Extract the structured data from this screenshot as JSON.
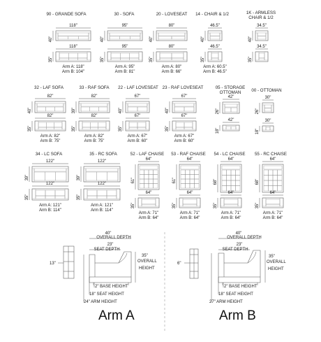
{
  "products": [
    {
      "title": "90 - GRANDE SOFA",
      "width": "118\"",
      "width2": "118\"",
      "depth": "40\"",
      "height": "35\"",
      "arm_a": "Arm A: 118\"",
      "arm_b": "Arm B: 104\""
    },
    {
      "title": "30 - SOFA",
      "width": "95\"",
      "width2": "95\"",
      "depth": "40\"",
      "height": "35\"",
      "arm_a": "Arm A: 95\"",
      "arm_b": "Arm B: 81\""
    },
    {
      "title": "20 - LOVESEAT",
      "width": "80\"",
      "width2": "80\"",
      "depth": "40\"",
      "height": "35\"",
      "arm_a": "Arm A: 80\"",
      "arm_b": "Arm B: 66\""
    },
    {
      "title": "14 - CHAIR & 1/2",
      "width": "46.5\"",
      "width2": "46.5\"",
      "depth": "40\"",
      "height": "35\"",
      "arm_a": "Arm A: 60.5\"",
      "arm_b": "Arm B: 46.5\""
    },
    {
      "title": "1K - ARMLESS CHAIR & 1/2",
      "width": "34.5\"",
      "width2": "34.5\"",
      "depth": "40\"",
      "height": "35\"",
      "arm_a": "",
      "arm_b": ""
    },
    {
      "title": "32 - LAF SOFA",
      "width": "82\"",
      "width2": "82\"",
      "depth": "40\"",
      "height": "35\"",
      "arm_a": "Arm A: 82\"",
      "arm_b": "Arm B: 75\""
    },
    {
      "title": "33 - RAF SOFA",
      "width": "82\"",
      "width2": "82\"",
      "depth": "39\"",
      "height": "35\"",
      "arm_a": "Arm A: 82\"",
      "arm_b": "Arm B: 75\""
    },
    {
      "title": "22 - LAF LOVESEAT",
      "width": "67\"",
      "width2": "67\"",
      "depth": "40\"",
      "height": "35\"",
      "arm_a": "Arm A: 67\"",
      "arm_b": "Arm B: 60\""
    },
    {
      "title": "23 - RAF LOVESEAT",
      "width": "67\"",
      "width2": "67\"",
      "depth": "40\"",
      "height": "35\"",
      "arm_a": "Arm A: 67\"",
      "arm_b": "Arm B: 60\""
    },
    {
      "title": "05 - STORAGE OTTOMAN",
      "width": "42\"",
      "width2": "42\"",
      "depth": "26\"",
      "height": "18\"",
      "arm_a": "",
      "arm_b": ""
    },
    {
      "title": "00 - OTTOMAN",
      "width": "30\"",
      "width2": "30\"",
      "depth": "26\"",
      "height": "18\"",
      "arm_a": "",
      "arm_b": ""
    },
    {
      "title": "34 - LC SOFA",
      "width": "122\"",
      "width2": "122\"",
      "depth": "39\"",
      "height": "35\"",
      "arm_a": "Arm A: 121\"",
      "arm_b": "Arm B: 114\""
    },
    {
      "title": "35 - RC SOFA",
      "width": "122\"",
      "width2": "122\"",
      "depth": "39\"",
      "height": "35\"",
      "arm_a": "Arm A: 121\"",
      "arm_b": "Arm B: 114\""
    },
    {
      "title": "52 - LAF CHAISE",
      "width": "64\"",
      "width2": "64\"",
      "depth": "61\"",
      "height": "35\"",
      "arm_a": "Arm A: 71\"",
      "arm_b": "Arm B: 64\""
    },
    {
      "title": "53 - RAF CHAISE",
      "width": "64\"",
      "width2": "64\"",
      "depth": "61\"",
      "height": "35\"",
      "arm_a": "Arm A: 71\"",
      "arm_b": "Arm B: 64\""
    },
    {
      "title": "54 - LC CHAISE",
      "width": "64\"",
      "width2": "64\"",
      "depth": "68\"",
      "height": "35\"",
      "arm_a": "Arm A: 71\"",
      "arm_b": "Arm B: 64\""
    },
    {
      "title": "55 - RC CHAISE",
      "width": "64\"",
      "width2": "64\"",
      "depth": "68\"",
      "height": "35\"",
      "arm_a": "Arm A: 71\"",
      "arm_b": "Arm B: 64\""
    }
  ],
  "profiles": {
    "arm_a": {
      "caption": "Arm A",
      "overall_depth_value": "40\"",
      "overall_depth_label": "OVERALL DEPTH",
      "seat_depth_value": "23\"",
      "seat_depth_label": "SEAT DEPTH",
      "overall_height_value": "35\"",
      "overall_height_label_1": "OVERALL",
      "overall_height_label_2": "HEIGHT",
      "arm_side": "13\"",
      "base_height": "2\" BASE HEIGHT",
      "seat_height": "18\" SEAT HEIGHT",
      "arm_height": "24\" ARM HEIGHT"
    },
    "arm_b": {
      "caption": "Arm B",
      "overall_depth_value": "40\"",
      "overall_depth_label": "OVERALL DEPTH",
      "seat_depth_value": "23\"",
      "seat_depth_label": "SEAT DEPTH",
      "overall_height_value": "35\"",
      "overall_height_label_1": "OVERALL",
      "overall_height_label_2": "HEIGHT",
      "arm_side": "6\"",
      "base_height": "2\" BASE HEIGHT",
      "seat_height": "18\" SEAT HEIGHT",
      "arm_height": "27\" ARM HEIGHT"
    }
  }
}
